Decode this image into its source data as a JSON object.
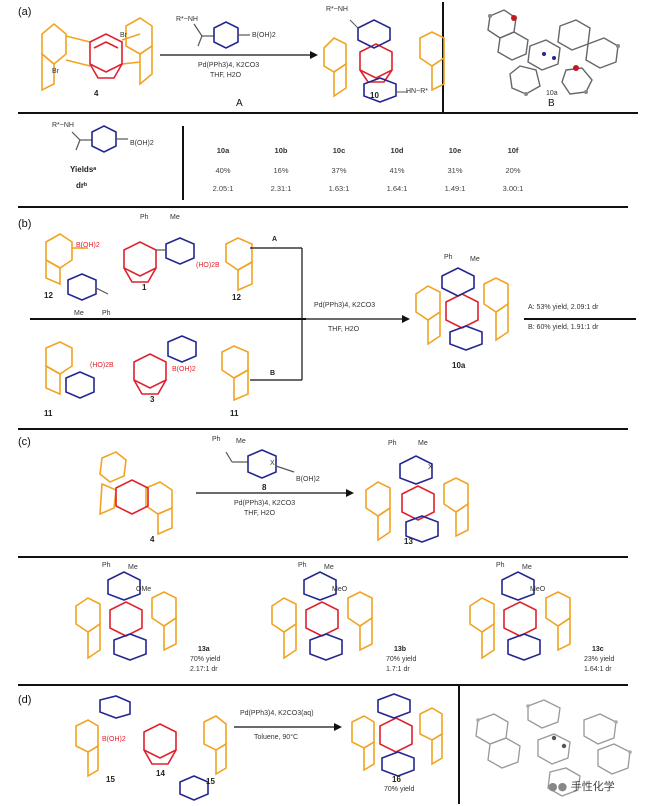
{
  "panel_labels": {
    "a": "(a)",
    "b": "(b)",
    "c": "(c)",
    "d": "(d)"
  },
  "colors": {
    "orange": "#f2a322",
    "red": "#e0212d",
    "blue": "#22278f",
    "ink": "#222222"
  },
  "panel_a": {
    "start_compound": "4",
    "start_substituent_top": "Br",
    "start_substituent_bottom": "Br",
    "reagent_top": "R*~NH",
    "reagent_boronic": "B(OH)2",
    "conditions_line1": "Pd(PPh3)4, K2CO3",
    "conditions_line2": "THF, H2O",
    "product_compound": "10",
    "product_top_label": "R*~NH",
    "product_bottom_label": "HN~R*",
    "scheme_label": "A",
    "crystal_compound": "10a",
    "crystal_label": "B"
  },
  "yield_table": {
    "reagent_label_top": "R*~NH",
    "reagent_label_boronic": "B(OH)2",
    "row_label_yields": "Yieldsᵃ",
    "row_label_dr": "drᵇ",
    "columns": [
      "10a",
      "10b",
      "10c",
      "10d",
      "10e",
      "10f"
    ],
    "yields": [
      "40%",
      "16%",
      "37%",
      "41%",
      "31%",
      "20%"
    ],
    "dr": [
      "2.05:1",
      "2.31:1",
      "1.63:1",
      "1.64:1",
      "1.49:1",
      "3.00:1"
    ]
  },
  "panel_b": {
    "route_a_label": "A",
    "route_b_label": "B",
    "top_left_compound": "12",
    "top_center_compound": "1",
    "top_right_compound": "12",
    "top_left_group": "B(OH)2",
    "top_right_group": "(HO)2B",
    "bottom_left_compound": "11",
    "bottom_center_compound": "3",
    "bottom_right_compound": "11",
    "bottom_left_group": "(HO)2B",
    "bottom_right_group": "B(OH)2",
    "amide_me": "Me",
    "amide_ph": "Ph",
    "conditions_line1": "Pd(PPh3)4, K2CO3",
    "conditions_line2": "THF, H2O",
    "product_compound": "10a",
    "result_a": "A: 53% yield, 2.09:1 dr",
    "result_b": "B: 60% yield, 1.91:1 dr"
  },
  "panel_c": {
    "start_compound": "4",
    "reagent_compound": "8",
    "reagent_x": "X",
    "reagent_boronic": "B(OH)2",
    "conditions_line1": "Pd(PPh3)4, K2CO3",
    "conditions_line2": "THF, H2O",
    "product_compound": "13",
    "product_x": "X",
    "products": [
      {
        "name": "13a",
        "yield": "70% yield",
        "dr": "2.17:1 dr",
        "sub": "OMe"
      },
      {
        "name": "13b",
        "yield": "70% yield",
        "dr": "1.7:1 dr",
        "sub": "MeO"
      },
      {
        "name": "13c",
        "yield": "23% yield",
        "dr": "1.64:1 dr",
        "sub": "MeO"
      }
    ]
  },
  "panel_d": {
    "start_left": "15",
    "start_center": "14",
    "start_right": "15",
    "start_group": "B(OH)2",
    "conditions_line1": "Pd(PPh3)4, K2CO3(aq)",
    "conditions_line2": "Toluene, 90°C",
    "product_compound": "16",
    "product_yield": "70% yield",
    "watermark": "手性化学"
  }
}
